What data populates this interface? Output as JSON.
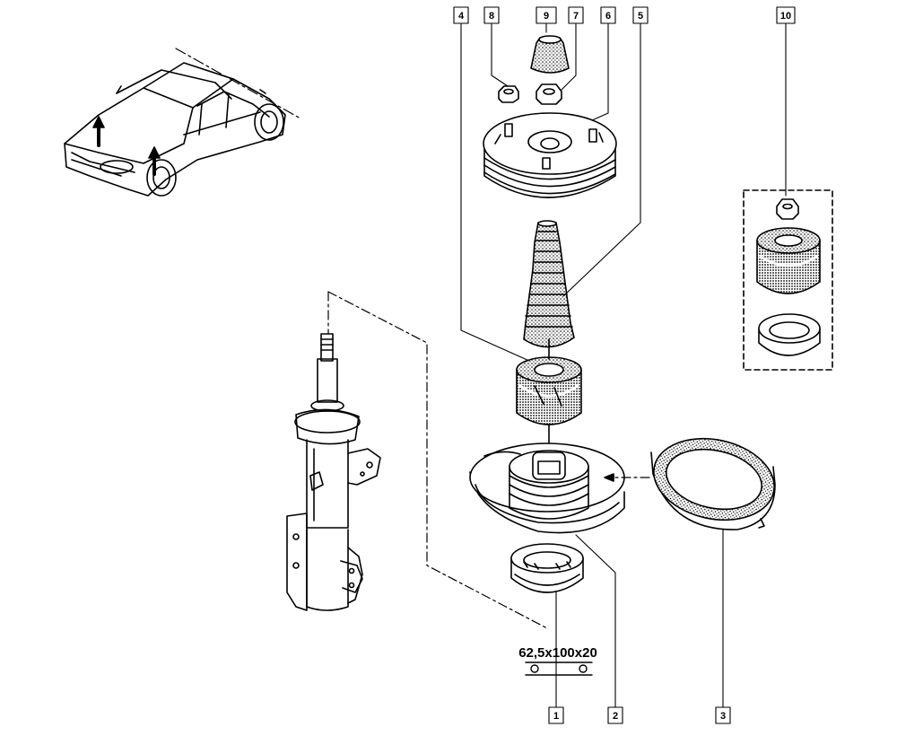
{
  "callouts": {
    "c1": "1",
    "c2": "2",
    "c3": "3",
    "c4": "4",
    "c5": "5",
    "c6": "6",
    "c7": "7",
    "c8": "8",
    "c9": "9",
    "c10": "10"
  },
  "bearing_size": "62,5x100x20",
  "colors": {
    "line": "#000000",
    "background": "#ffffff"
  },
  "icons": [
    "car-icon",
    "arrow-up-icon",
    "arrow-left-icon",
    "bearing-symbol-icon"
  ]
}
